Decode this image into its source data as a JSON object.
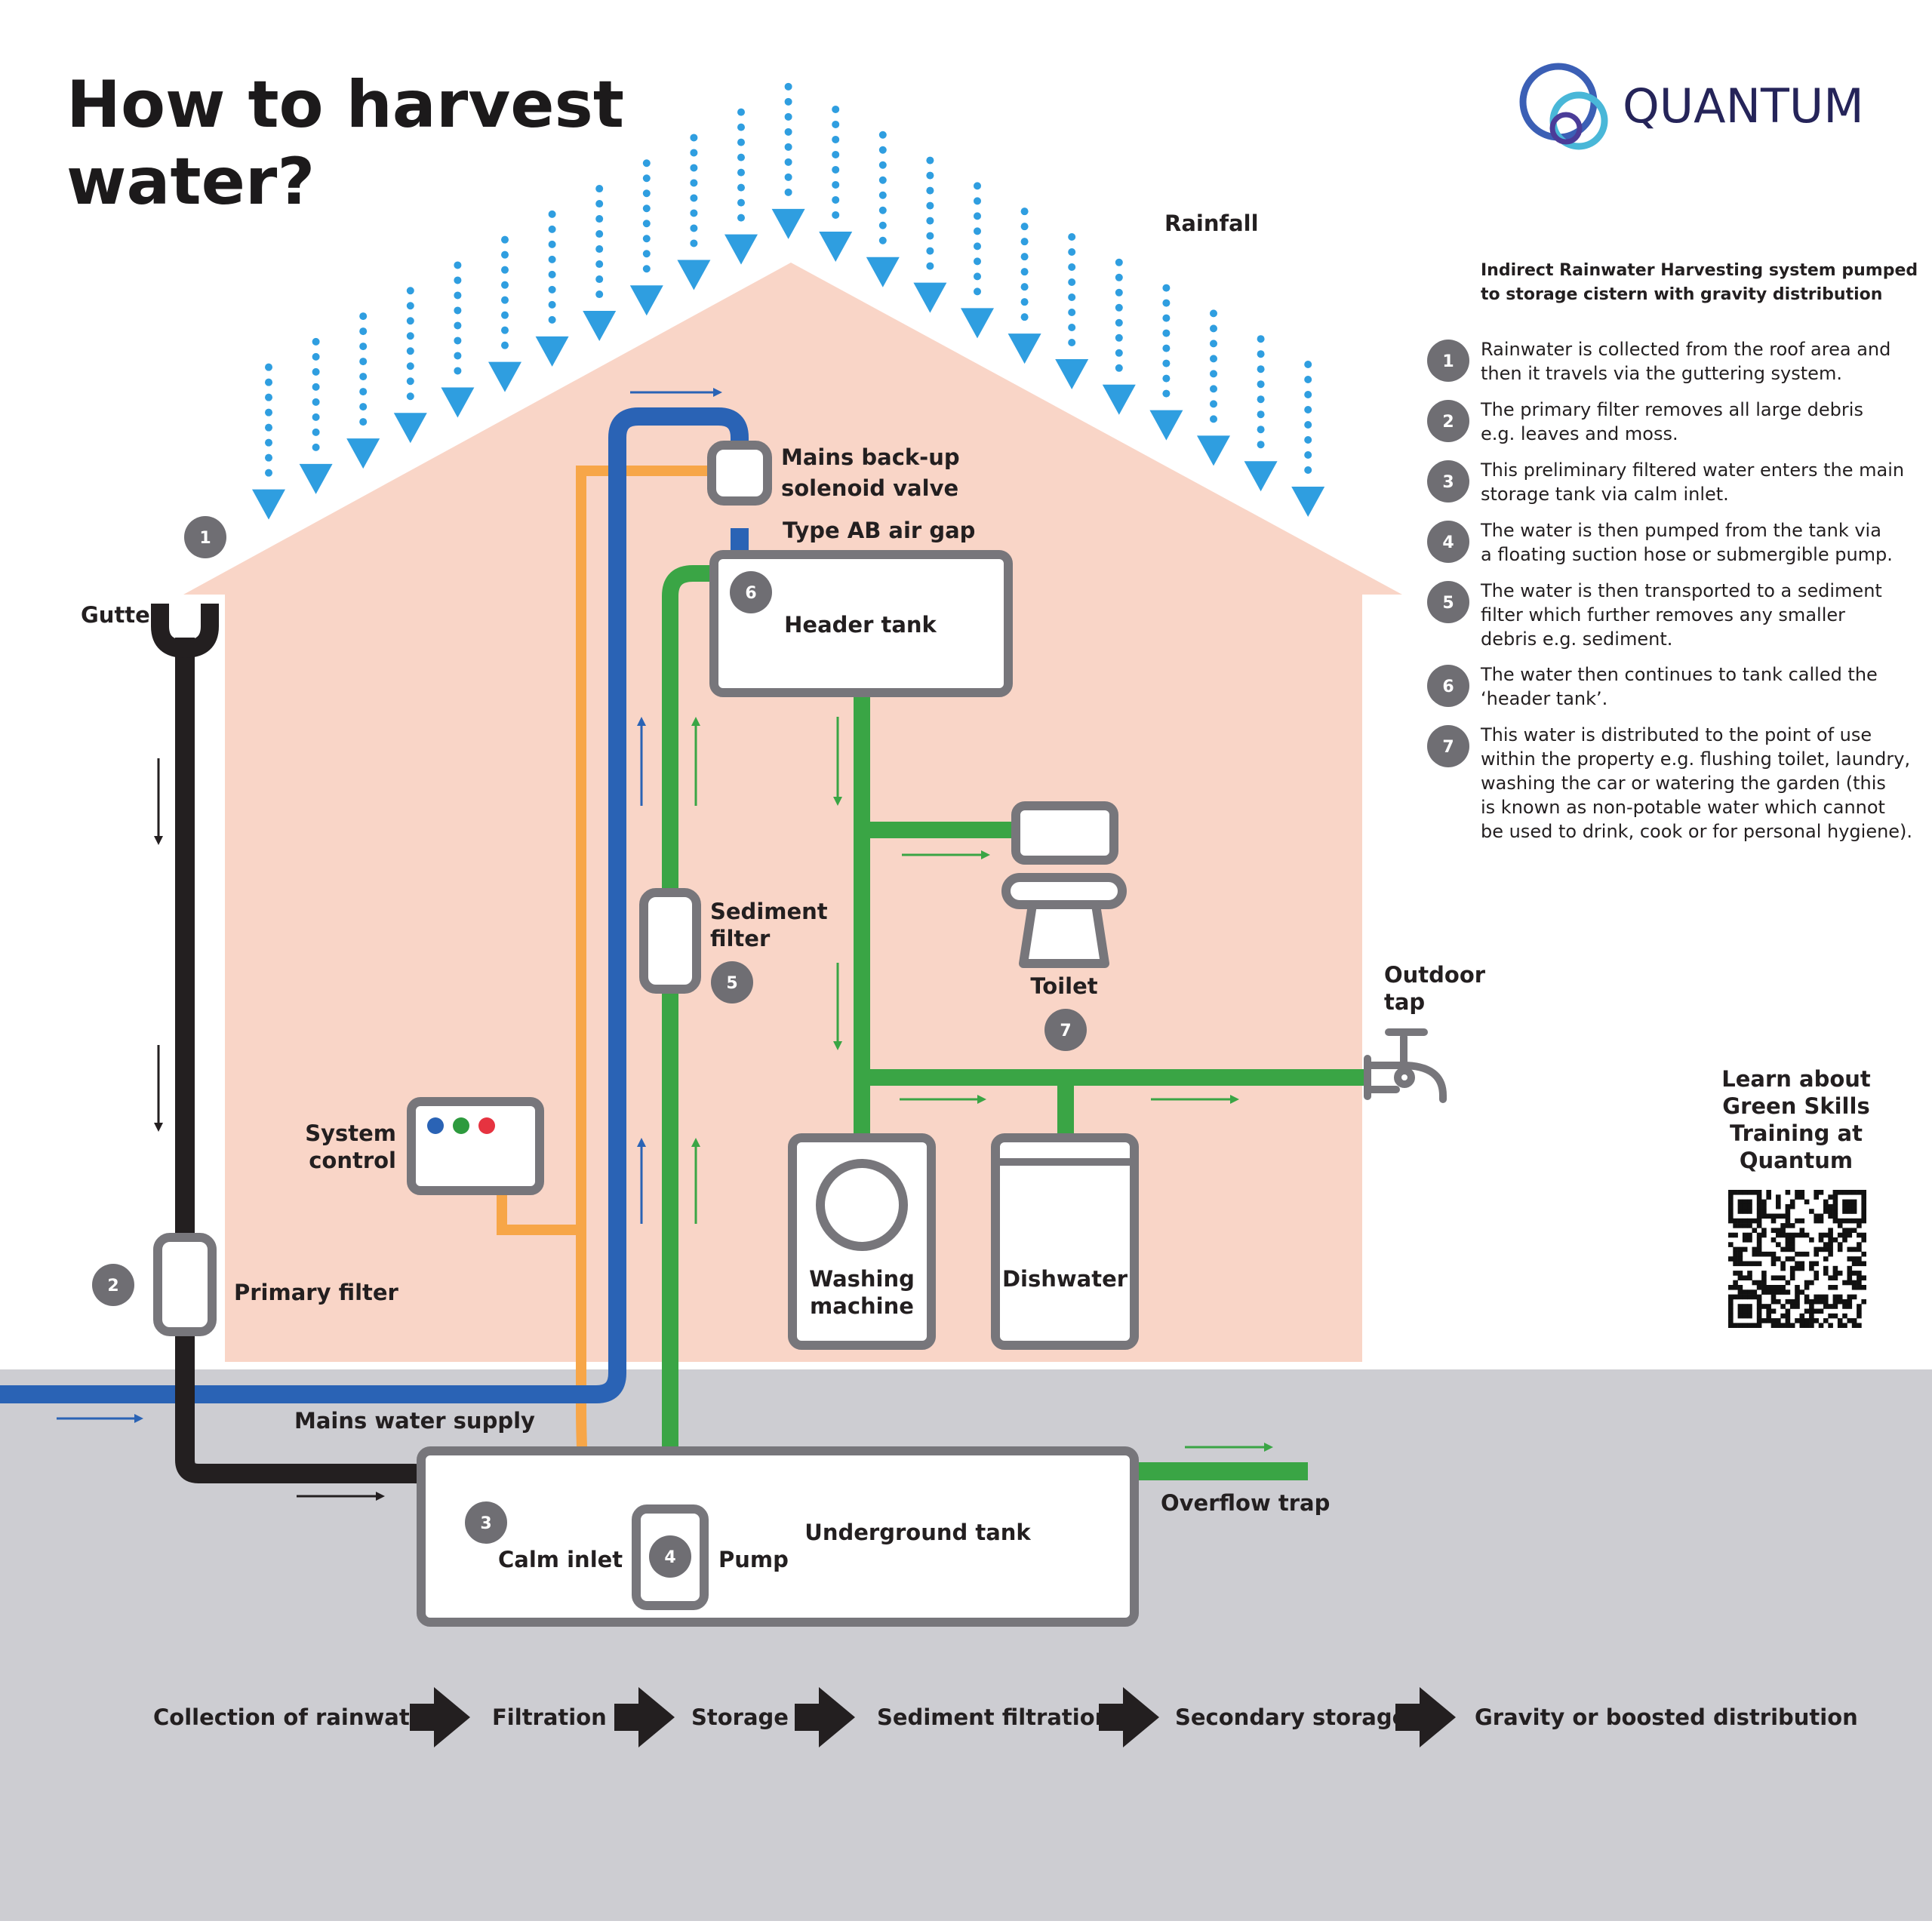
{
  "title": {
    "line1": "How to harvest",
    "line2": "water?"
  },
  "logo": {
    "text": "QUANTUM",
    "icon": "quantum-rings-logo"
  },
  "labels": {
    "rainfall": "Rainfall",
    "gutter": "Gutter",
    "mains_valve_1": "Mains back-up",
    "mains_valve_2": "solenoid valve",
    "air_gap": "Type AB air gap",
    "header_tank": "Header tank",
    "sediment_1": "Sediment",
    "sediment_2": "filter",
    "toilet": "Toilet",
    "outdoor_1": "Outdoor",
    "outdoor_2": "tap",
    "system_1": "System",
    "system_2": "control",
    "primary_filter": "Primary filter",
    "washing_1": "Washing",
    "washing_2": "machine",
    "dishwater": "Dishwater",
    "mains_supply": "Mains water supply",
    "underground_tank": "Underground tank",
    "overflow": "Overflow trap",
    "calm_inlet": "Calm inlet",
    "pump": "Pump"
  },
  "badges": [
    "1",
    "2",
    "3",
    "4",
    "5",
    "6",
    "7"
  ],
  "sidebar": {
    "heading_1": "Indirect Rainwater Harvesting system pumped",
    "heading_2": "to storage cistern with gravity distribution",
    "steps": [
      {
        "num": "1",
        "lines": [
          "Rainwater is collected from the roof area and",
          "then it travels via the guttering system."
        ]
      },
      {
        "num": "2",
        "lines": [
          "The primary filter removes all large debris",
          "e.g. leaves and moss."
        ]
      },
      {
        "num": "3",
        "lines": [
          "This preliminary filtered water enters the main",
          "storage tank via calm inlet."
        ]
      },
      {
        "num": "4",
        "lines": [
          "The water is then pumped from the tank via",
          "a floating suction hose or submergible pump."
        ]
      },
      {
        "num": "5",
        "lines": [
          "The water is then transported to a sediment",
          "filter which further removes any smaller",
          "debris e.g. sediment."
        ]
      },
      {
        "num": "6",
        "lines": [
          "The water then continues to tank called the",
          "‘header tank’."
        ]
      },
      {
        "num": "7",
        "lines": [
          "This water is distributed to the point of use",
          "within the property e.g. flushing toilet, laundry,",
          "washing the car or watering the garden (this",
          "is known as non-potable water which cannot",
          "be used to drink, cook or for personal hygiene)."
        ]
      }
    ]
  },
  "learn": {
    "lines": [
      "Learn about",
      "Green Skills",
      "Training at",
      "Quantum"
    ],
    "qr_icon": "qr-code"
  },
  "process_flow": [
    "Collection of rainwater",
    "Filtration",
    "Storage",
    "Sediment filtration",
    "Secondary storage",
    "Gravity or boosted distribution"
  ],
  "colors": {
    "house": "#f9d5c7",
    "ground": "#cdcdd2",
    "rain": "#2f9ee0",
    "rain_pipe": "#231f20",
    "mains": "#2a63b5",
    "control": "#f7a648",
    "distribution": "#3aa545",
    "outline": "#77767b",
    "badge": "#6f6e73",
    "indicator_lights": [
      "#2a63b5",
      "#2d9a3e",
      "#e63340"
    ]
  }
}
